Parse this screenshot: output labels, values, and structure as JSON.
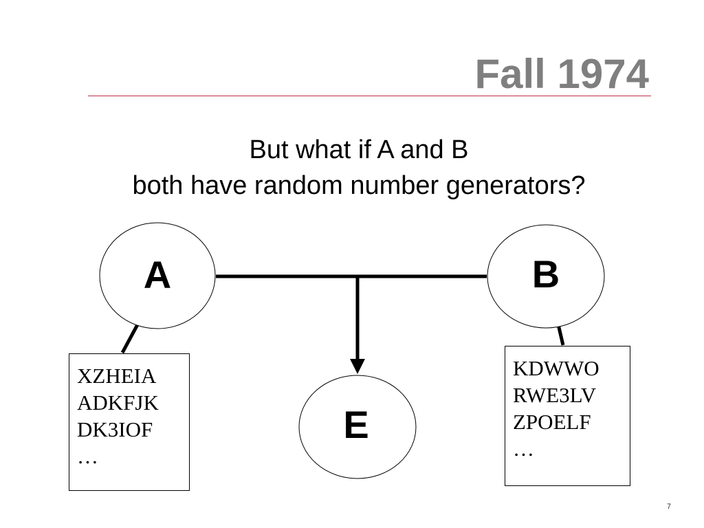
{
  "slide": {
    "title": "Fall 1974",
    "subtitle": {
      "line1": "But what if A and B",
      "line2": "both have random number generators?"
    },
    "page_number": "7"
  },
  "diagram": {
    "nodes": {
      "a": {
        "label": "A"
      },
      "b": {
        "label": "B"
      },
      "e": {
        "label": "E"
      }
    },
    "streams": {
      "a": {
        "lines": [
          "XZHEIA",
          "ADKFJK",
          "DK3IOF",
          "…"
        ]
      },
      "b": {
        "lines": [
          "KDWWO",
          "RWE3LV",
          "ZPOELF",
          "…"
        ]
      }
    }
  }
}
